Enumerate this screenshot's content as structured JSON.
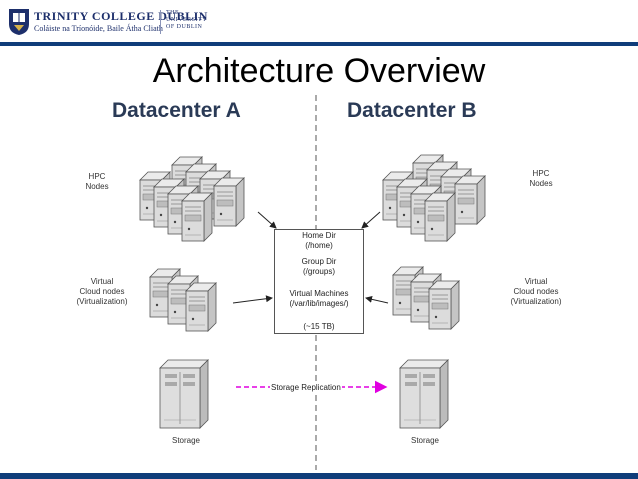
{
  "header": {
    "institution_name": "TRINITY COLLEGE DUBLIN",
    "institution_name_irish": "Coláiste na Tríonóide, Baile Átha Cliath",
    "university_lines": [
      "THE",
      "UNIVERSITY",
      "OF DUBLIN"
    ]
  },
  "slide": {
    "title": "Architecture Overview"
  },
  "diagram": {
    "datacenter_a": "Datacenter A",
    "datacenter_b": "Datacenter B",
    "hpc_label_lines": [
      "HPC",
      "Nodes"
    ],
    "cloud_label_lines": [
      "Virtual",
      "Cloud nodes",
      "(Virtualization)"
    ],
    "storage_label": "Storage",
    "shared_store": {
      "home": [
        "Home Dir",
        "(/home)"
      ],
      "group": [
        "Group Dir",
        "(/groups)"
      ],
      "vm": [
        "Virtual Machines",
        "(/var/lib/images/)"
      ],
      "size": "(~15 TB)"
    },
    "replication_label": "Storage Replication"
  },
  "colors": {
    "brand_blue": "#0f3d7a",
    "datacenter_title": "#2a3a56",
    "replication_arrow": "#e000e0"
  }
}
